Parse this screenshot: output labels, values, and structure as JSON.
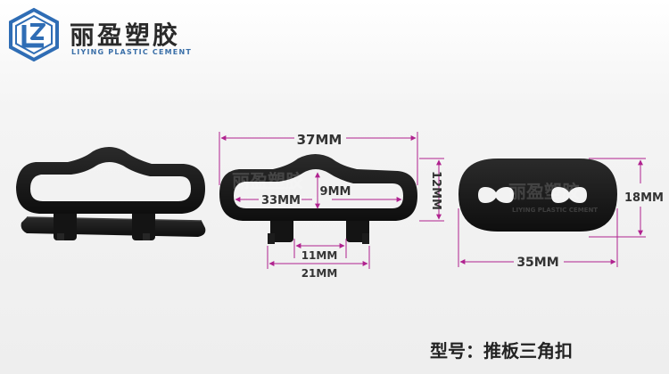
{
  "brand": {
    "name": "丽盈塑胶",
    "subtitle": "LIYING PLASTIC CEMENT",
    "logo_icon": "hexagon-lz-logo-icon",
    "logo_color": "#2f6db5"
  },
  "dimensions": {
    "width_total": "37MM",
    "height": "12MM",
    "inner_width": "33MM",
    "inner_height": "9MM",
    "clip_gap": "11MM",
    "base_width": "21MM",
    "plate_height": "18MM",
    "plate_width": "35MM"
  },
  "watermark": {
    "name": "丽盈塑胶",
    "sub": "LIYING PLASTIC CEMENT"
  },
  "model": "型号：推板三角扣",
  "colors": {
    "dimension_line": "#b0228f",
    "part": "#151515"
  }
}
